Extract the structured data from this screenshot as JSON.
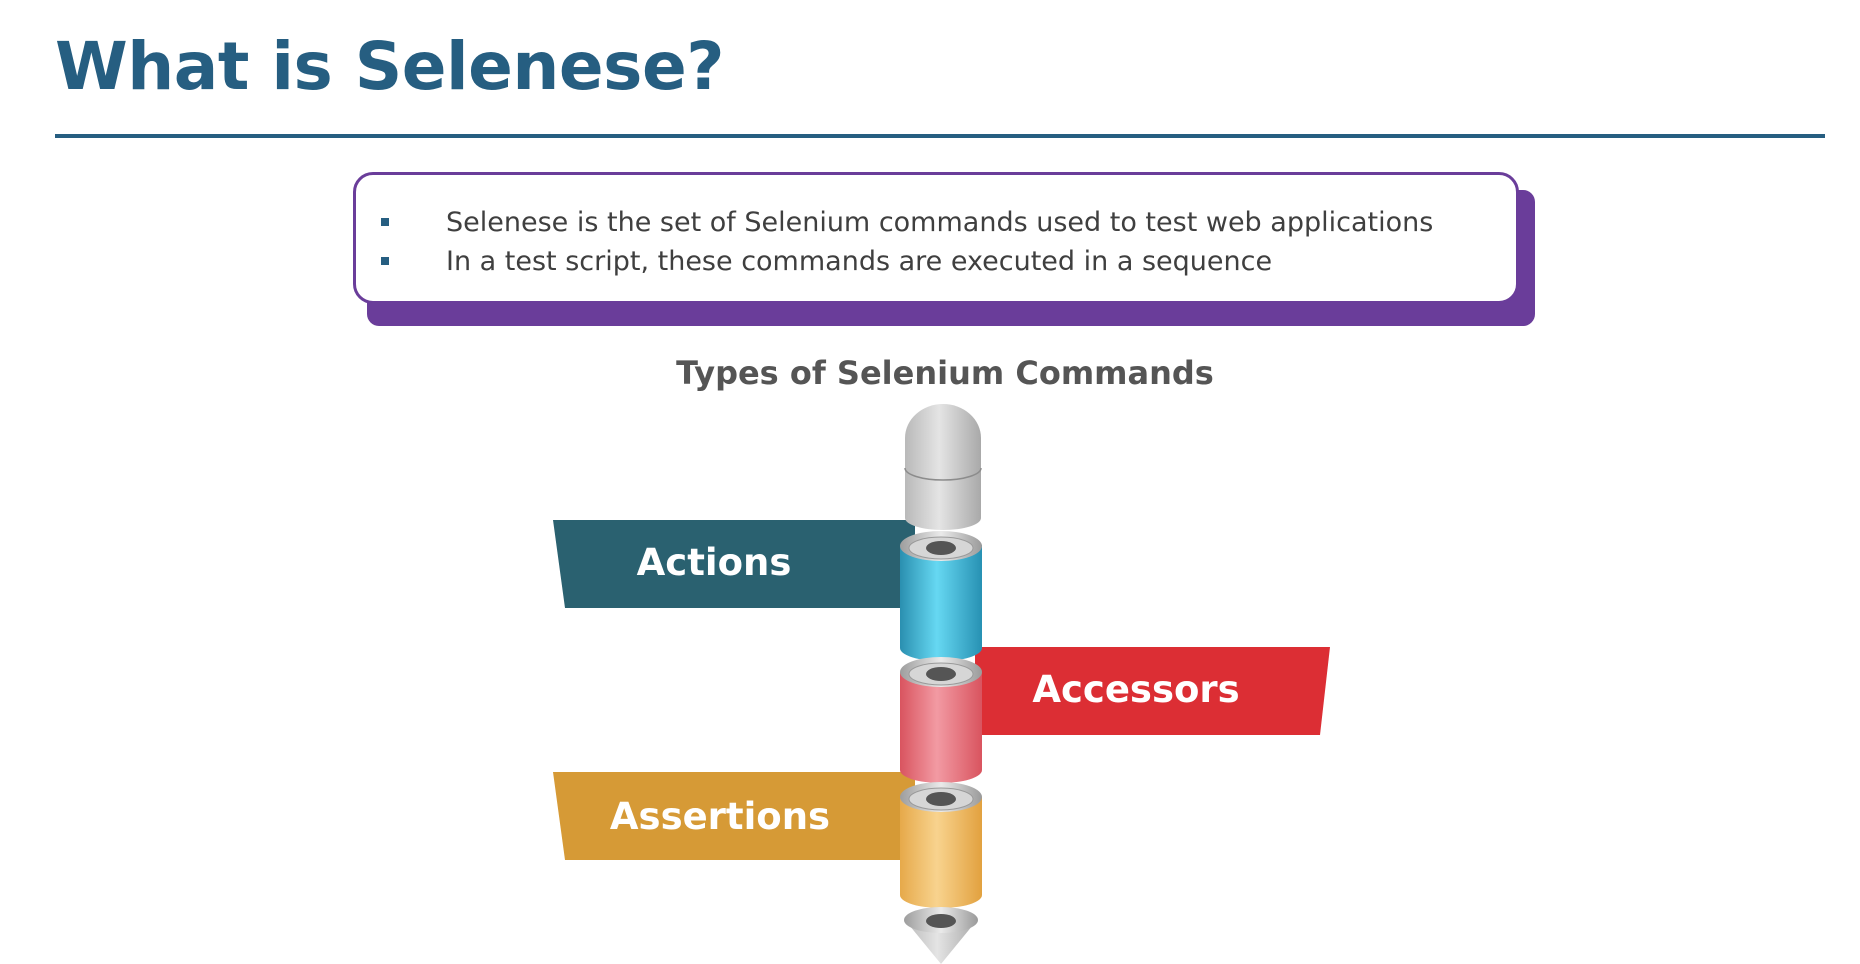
{
  "slide": {
    "title": "What is Selenese?"
  },
  "callout": {
    "bullets": [
      "Selenese is the set of Selenium commands used to test web applications",
      "In a test script, these commands are executed in a sequence"
    ]
  },
  "diagram": {
    "title": "Types of Selenium Commands",
    "banners": [
      {
        "label": "Actions",
        "side": "left",
        "color": "#2a6170"
      },
      {
        "label": "Accessors",
        "side": "right",
        "color": "#dc2e34"
      },
      {
        "label": "Assertions",
        "side": "left",
        "color": "#d69a36"
      }
    ]
  },
  "colors": {
    "title": "#265e81",
    "callout_border": "#6a3d9a",
    "actions_cylinder": "#4fc9e3",
    "accessors_cylinder": "#ee7c86",
    "assertions_cylinder": "#f3c16b",
    "cap": "#cfcfcf"
  }
}
